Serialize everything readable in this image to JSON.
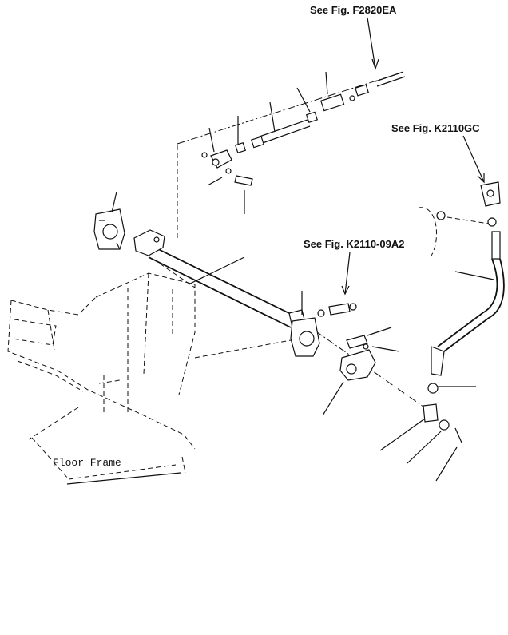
{
  "references": {
    "fig_f2820ea": "See Fig. F2820EA",
    "fig_k2110gc": "See Fig. K2110GC",
    "fig_k2110_09a2": "See Fig. K2110-09A2"
  },
  "labels": {
    "floor_frame": "Floor Frame"
  }
}
